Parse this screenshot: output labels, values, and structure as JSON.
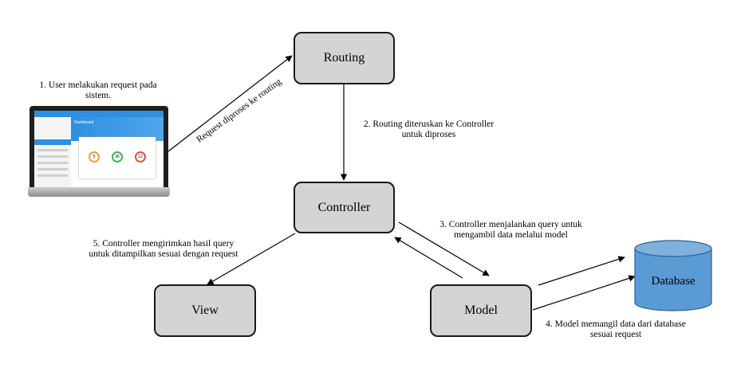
{
  "nodes": {
    "routing": "Routing",
    "controller": "Controller",
    "view": "View",
    "model": "Model",
    "database": "Database"
  },
  "labels": {
    "step1": "1. User melakukan request pada\nsistem.",
    "request_edge": "Request diproses ke routing",
    "step2": "2. Routing diteruskan ke Controller\nuntuk diproses",
    "step3": "3. Controller menjalankan query untuk\nmengambil data melalui model",
    "step4": "4. Model memangil data dari database\nsesuai request",
    "step5": "5.  Controller mengirimkan hasil query\nuntuk ditampilkan sesuai dengan request"
  },
  "laptop_screen": {
    "header": "Dashboard",
    "stats": [
      "5",
      "36",
      "12"
    ]
  },
  "colors": {
    "node_fill": "#d4d4d4",
    "database_fill": "#5b9bd5",
    "screen_accent": "#2f8fe0"
  }
}
